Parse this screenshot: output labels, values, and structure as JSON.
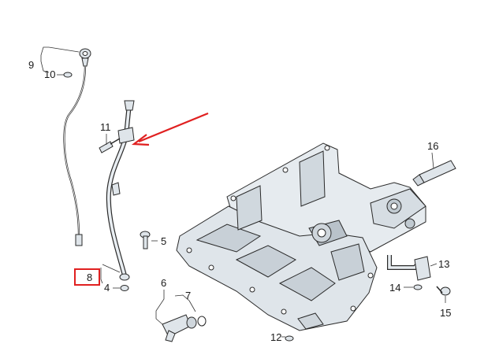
{
  "callouts": {
    "c4": "4",
    "c5": "5",
    "c6": "6",
    "c7": "7",
    "c8": "8",
    "c9": "9",
    "c10": "10",
    "c11": "11",
    "c12": "12",
    "c13": "13",
    "c14": "14",
    "c15": "15",
    "c16": "16"
  },
  "highlight": {
    "callout": "8",
    "color": "#e02020"
  },
  "colors": {
    "part_fill": "#dfe5ea",
    "part_shadow": "#b9c2ca",
    "outline": "#2a2a2a",
    "accent": "#e02020"
  }
}
